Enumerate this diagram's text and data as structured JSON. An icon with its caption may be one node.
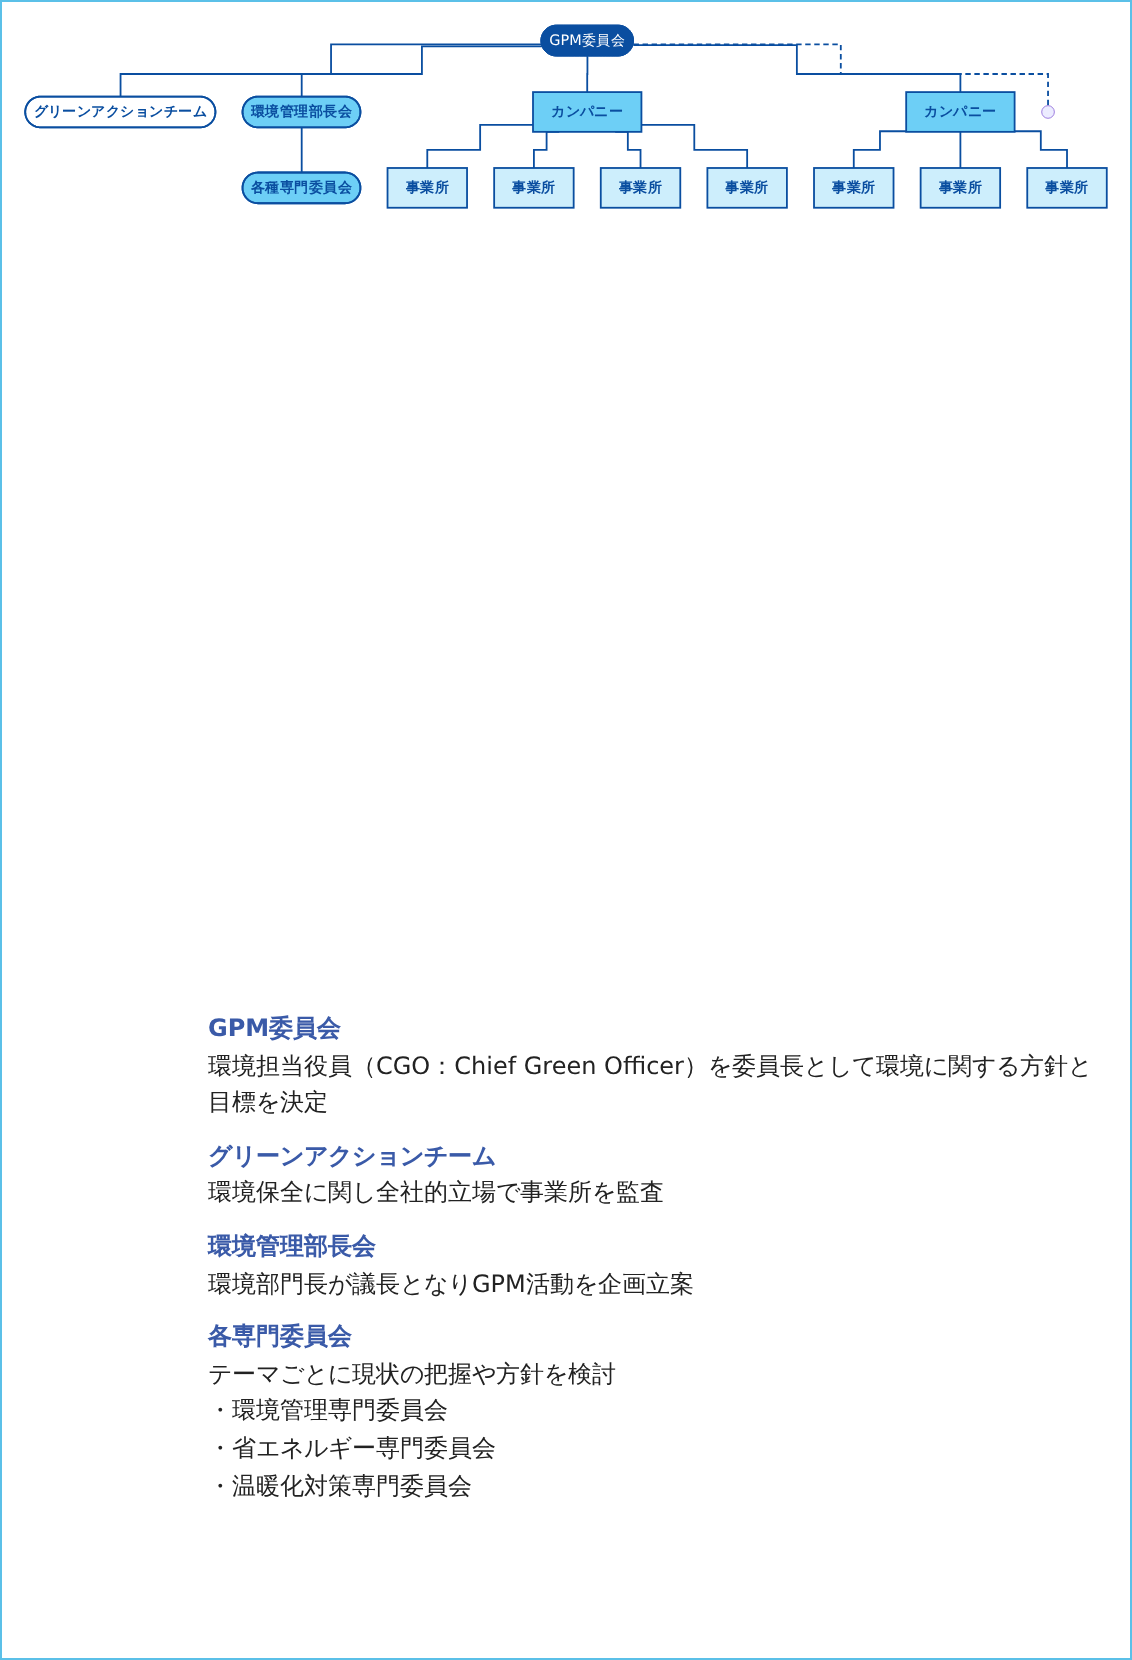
{
  "diagram": {
    "nodes": [
      {
        "text": [
          "GPM委員会"
        ]
      },
      {
        "text": [
          "グリーンアクションチーム"
        ]
      },
      {
        "text": [
          "環境管理部長会"
        ]
      },
      {
        "text": [
          "各種専門委員会"
        ]
      },
      {
        "text": [
          "カンパニー"
        ]
      },
      {
        "text": [
          "カンパニー"
        ]
      },
      {
        "text": [
          "事業所"
        ]
      },
      {
        "text": [
          "事業所"
        ]
      },
      {
        "text": [
          "事業所"
        ]
      },
      {
        "text": [
          "事業所"
        ]
      },
      {
        "text": [
          "事業所"
        ]
      },
      {
        "text": [
          "事業所"
        ]
      },
      {
        "text": [
          "事業所"
        ]
      }
    ],
    "edges": [
      {
        "from": 0,
        "to": 1,
        "arrow": "none"
      },
      {
        "from": 0,
        "to": 2,
        "arrow": "none"
      },
      {
        "from": 2,
        "to": 3,
        "arrow": "none"
      },
      {
        "from": 0,
        "to": 4,
        "arrow": "none"
      },
      {
        "from": 0,
        "to": 5,
        "arrow": "none"
      },
      {
        "from": 0,
        "to": null,
        "arrow": "none",
        "style": "dashed"
      },
      {
        "from": 4,
        "to": 6,
        "arrow": "none"
      },
      {
        "from": 4,
        "to": 7,
        "arrow": "none"
      },
      {
        "from": 4,
        "to": 8,
        "arrow": "none"
      },
      {
        "from": 4,
        "to": 9,
        "arrow": "none"
      },
      {
        "from": 5,
        "to": 10,
        "arrow": "none"
      },
      {
        "from": 5,
        "to": 11,
        "arrow": "none"
      },
      {
        "from": 5,
        "to": 12,
        "arrow": "none"
      }
    ],
    "labels": [
      "GPM委員会",
      "環境担当役員（CGO：Chief Green Officer）を委員長として環境に関する方針と目標を決定",
      "グリーンアクションチーム",
      "環境保全に関し全社的立場で事業所を監査",
      "環境管理部長会",
      "環境部門長が議長となりGPM活動を企画立案",
      "各専門委員会",
      "テーマごとに現状の把握や方針を検討",
      "・環境管理専門委員会",
      "・省エネルギー専門委員会",
      "・温暖化対策専門委員会"
    ]
  }
}
